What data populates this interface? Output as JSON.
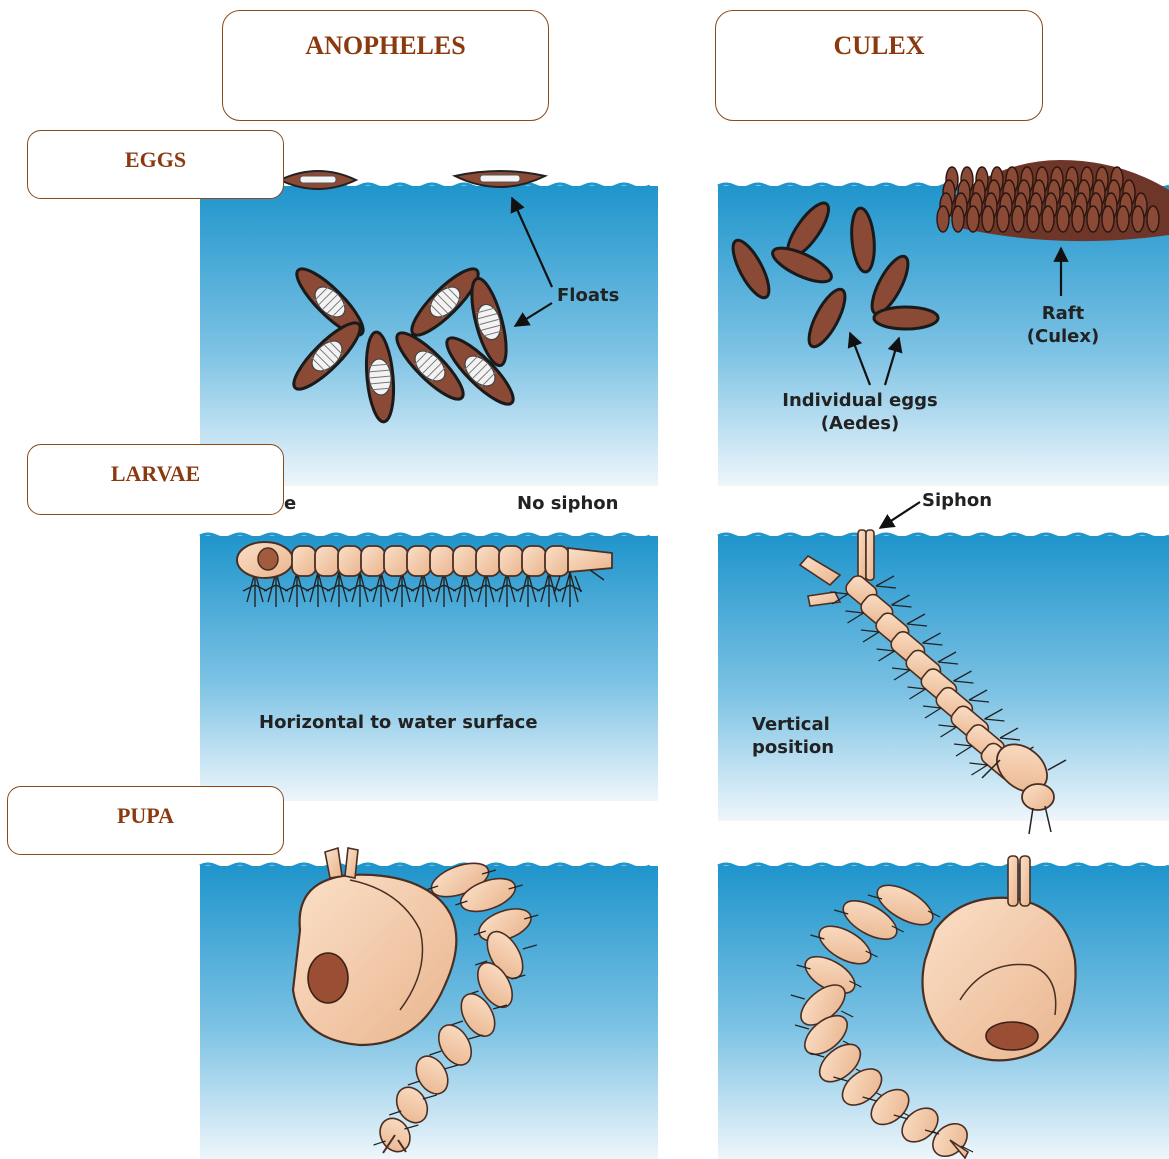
{
  "columns": {
    "left": "ANOPHELES",
    "right": "CULEX"
  },
  "rows": {
    "eggs": "EGGS",
    "larvae": "LARVAE",
    "pupa": "PUPA"
  },
  "labels": {
    "floats": "Floats",
    "raft_line1": "Raft",
    "raft_line2": "(Culex)",
    "individual_line1": "Individual eggs",
    "individual_line2": "(Aedes)",
    "larvae_left_fragment": "e",
    "no_siphon": "No siphon",
    "siphon": "Siphon",
    "horizontal": "Horizontal to water surface",
    "vertical_line1": "Vertical",
    "vertical_line2": "position"
  },
  "colors": {
    "heading_text": "#8b3a0f",
    "box_border": "#8a4a1a",
    "water_top": "#1f95cc",
    "water_bottom": "#e9f4fa",
    "egg_brown": "#8a4a35",
    "body_peach": "#f2c4a0"
  }
}
